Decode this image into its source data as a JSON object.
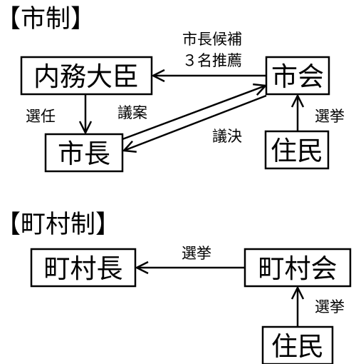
{
  "sections": {
    "shisei": {
      "heading": "【市制】",
      "nodes": {
        "naimu_daijin": "内務大臣",
        "shikai": "市会",
        "shicho": "市長",
        "jumin": "住民"
      },
      "edges": {
        "recommend_line1": "市長候補",
        "recommend_line2": "３名推薦",
        "appoint": "選任",
        "proposal": "議案",
        "resolution": "議決",
        "election": "選挙"
      }
    },
    "chosonsei": {
      "heading": "【町村制】",
      "nodes": {
        "chosoncho": "町村長",
        "chosonkai": "町村会",
        "jumin": "住民"
      },
      "edges": {
        "election_head": "選挙",
        "election_council": "選挙"
      }
    }
  },
  "colors": {
    "ink": "#000000",
    "background": "#ffffff"
  }
}
